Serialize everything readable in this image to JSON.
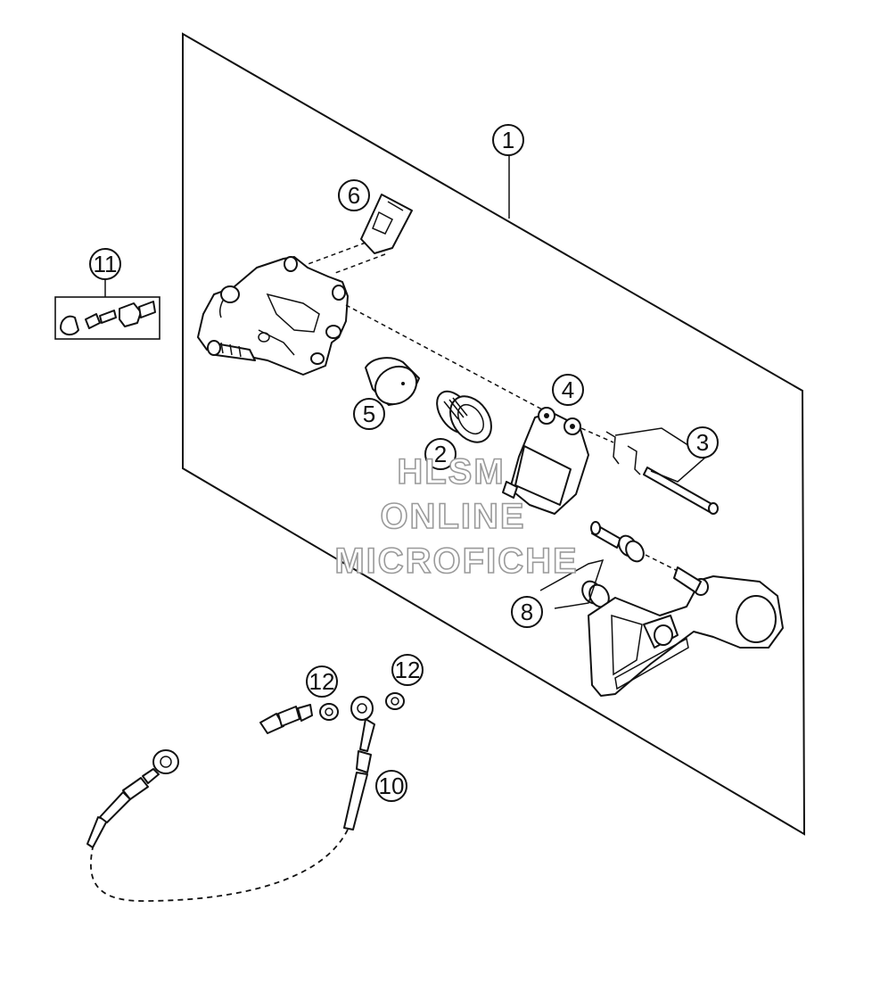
{
  "callouts": {
    "c1": "1",
    "c2": "2",
    "c3": "3",
    "c4": "4",
    "c5": "5",
    "c6": "6",
    "c8": "8",
    "c10": "10",
    "c11": "11",
    "c12a": "12",
    "c12b": "12"
  },
  "watermark": {
    "line1": "HLSM",
    "line2": "ONLINE",
    "line3": "MICROFICHE"
  }
}
